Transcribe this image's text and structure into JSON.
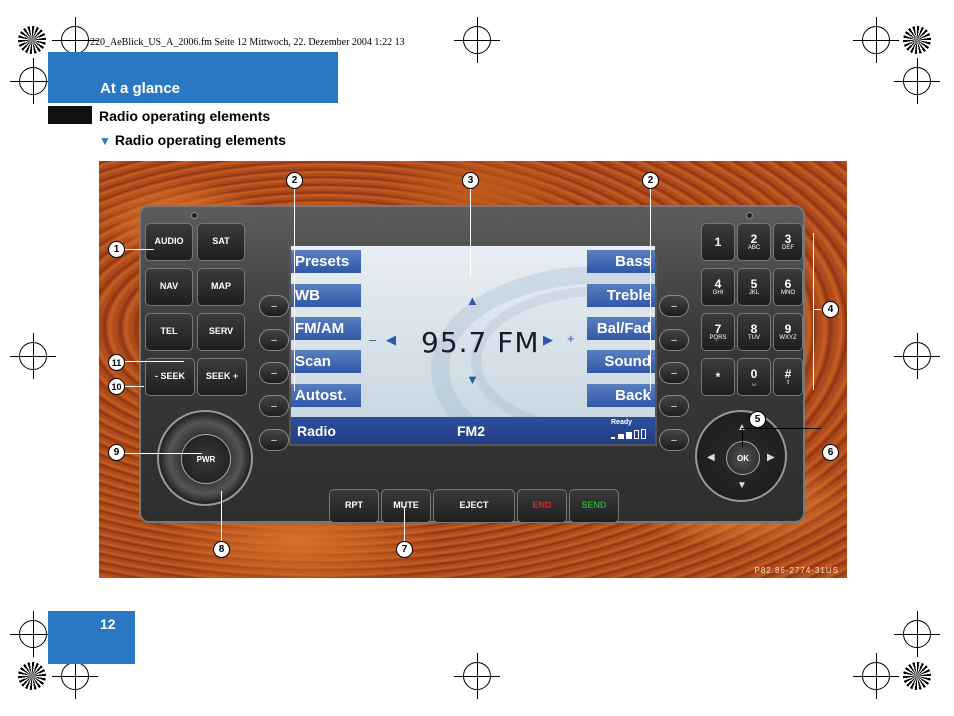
{
  "print_header": "220_AeBlick_US_A_2006.fm  Seite 12  Mittwoch, 22. Dezember 2004  1:22 13",
  "chapter_title": "At a glance",
  "section_title": "Radio operating elements",
  "sub_title": "Radio operating elements",
  "page_number": "12",
  "figure": {
    "code": "P82.86-2774-31US",
    "left_buttons": [
      "AUDIO",
      "SAT",
      "NAV",
      "MAP",
      "TEL",
      "SERV",
      "- SEEK",
      "SEEK +"
    ],
    "left_softkeys": [
      "Presets",
      "WB",
      "FM/AM",
      "Scan",
      "Autost."
    ],
    "right_softkeys": [
      "Bass",
      "Treble",
      "Bal/Fad",
      "Sound",
      "Back"
    ],
    "frequency": "95.7 FM",
    "status_left": "Radio",
    "status_band": "FM2",
    "status_ready": "Ready",
    "keypad": [
      {
        "num": "1",
        "sub": ""
      },
      {
        "num": "2",
        "sub": "ABC"
      },
      {
        "num": "3",
        "sub": "DEF"
      },
      {
        "num": "4",
        "sub": "GHI"
      },
      {
        "num": "5",
        "sub": "JKL"
      },
      {
        "num": "6",
        "sub": "MNO"
      },
      {
        "num": "7",
        "sub": "PQRS"
      },
      {
        "num": "8",
        "sub": "TUV"
      },
      {
        "num": "9",
        "sub": "WXYZ"
      },
      {
        "num": "*",
        "sub": ""
      },
      {
        "num": "0",
        "sub": "␣"
      },
      {
        "num": "#",
        "sub": "⇧"
      }
    ],
    "bottom_buttons": [
      "RPT",
      "MUTE",
      "EJECT",
      "END",
      "SEND"
    ],
    "power_label": "PWR",
    "ok_label": "OK",
    "minus_sign": "–",
    "plus_sign": "+",
    "callouts": [
      "1",
      "2",
      "2",
      "3",
      "4",
      "5",
      "6",
      "7",
      "8",
      "9",
      "10",
      "11"
    ],
    "colors": {
      "softkey": "#2f58a8",
      "status_bar": "#2e4fa0",
      "end": "#e02020",
      "send": "#22aa33",
      "accent": "#2a78c2"
    }
  }
}
